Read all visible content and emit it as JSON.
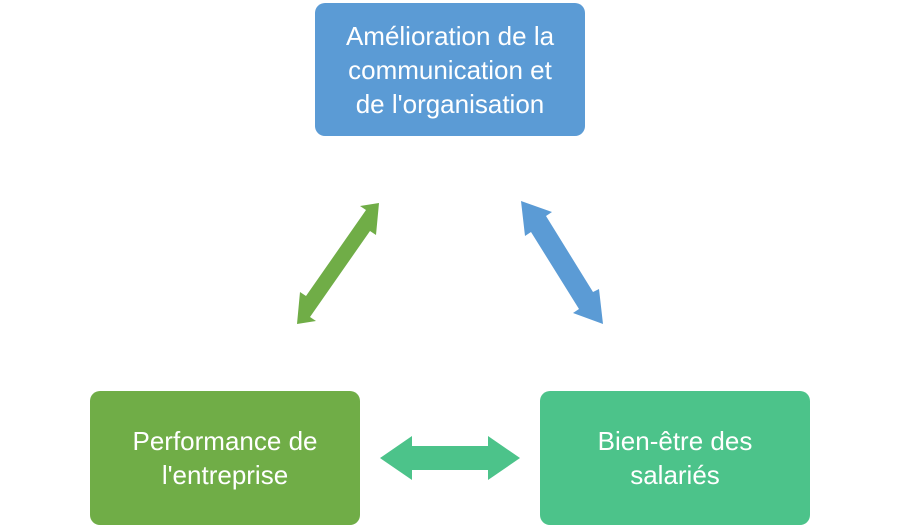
{
  "diagram": {
    "nodes": [
      {
        "id": "top",
        "label": "Amélioration de la\ncommunication et\nde l'organisation",
        "color": "#5B9BD5"
      },
      {
        "id": "left",
        "label": "Performance de\nl'entreprise",
        "color": "#70AD47"
      },
      {
        "id": "right",
        "label": "Bien-être des\nsalariés",
        "color": "#4CC38A"
      }
    ],
    "arrows": [
      {
        "from": "top",
        "to": "left",
        "bidirectional": true,
        "color": "#70AD47"
      },
      {
        "from": "top",
        "to": "right",
        "bidirectional": true,
        "color": "#5B9BD5"
      },
      {
        "from": "left",
        "to": "right",
        "bidirectional": true,
        "color": "#4CC38A"
      }
    ]
  }
}
